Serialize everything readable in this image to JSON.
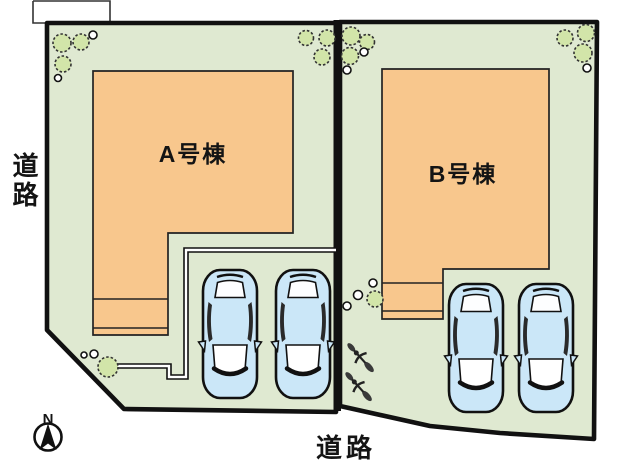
{
  "site_plan": {
    "buildings": [
      {
        "id": "A",
        "label": "A号棟"
      },
      {
        "id": "B",
        "label": "B号棟"
      }
    ],
    "road_labels": {
      "left": "道路",
      "bottom": "道路"
    },
    "compass": {
      "north_label": "N"
    },
    "objects": {
      "cars": 4,
      "bicycles": 2,
      "tree_clusters": 6
    },
    "colors": {
      "yard_green": "#dfe9d1",
      "building_orange": "#f8c78d",
      "tree_green": "#d2e5a9",
      "car_blue": "#cbe7f8",
      "outline_black": "#111111"
    }
  }
}
